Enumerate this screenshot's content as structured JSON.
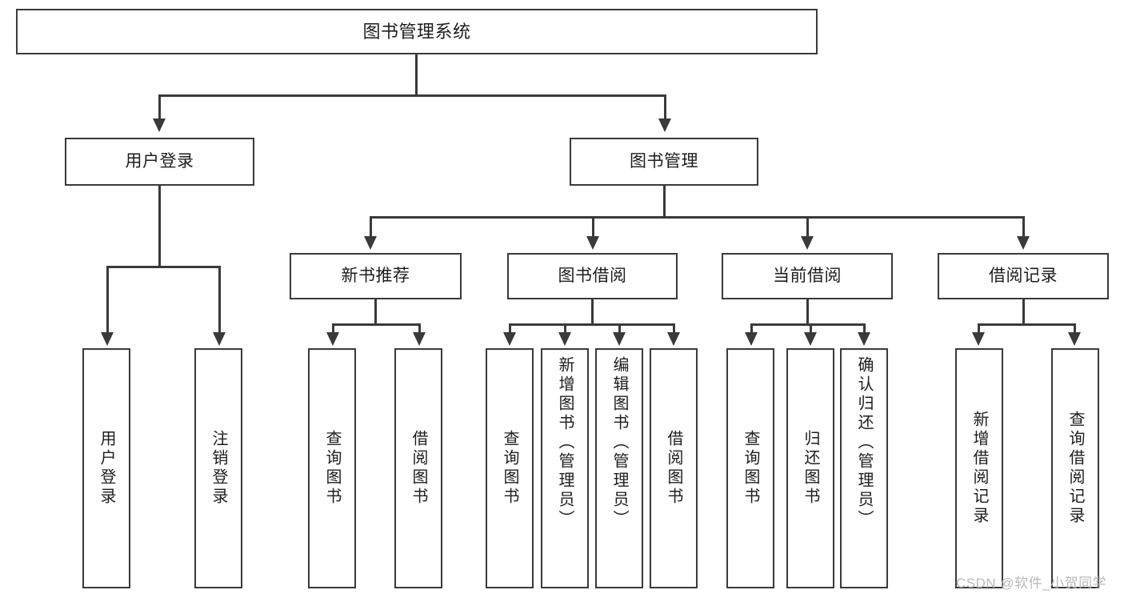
{
  "diagram": {
    "type": "tree-hierarchy-chart",
    "title": "图书管理系统",
    "watermark": "CSDN @软件_小贺同学",
    "colors": {
      "stroke": "#3a3a3a",
      "fill": "#ffffff",
      "text": "#1d1d1d",
      "watermark": "#b9b9b9"
    },
    "nodes": {
      "root": {
        "label": "图书管理系统"
      },
      "level1": [
        {
          "id": "user-login",
          "label": "用户登录"
        },
        {
          "id": "book-management",
          "label": "图书管理"
        }
      ],
      "level2": [
        {
          "id": "new-book-recommend",
          "label": "新书推荐"
        },
        {
          "id": "book-borrow",
          "label": "图书借阅"
        },
        {
          "id": "current-borrow",
          "label": "当前借阅"
        },
        {
          "id": "borrow-record",
          "label": "借阅记录"
        }
      ],
      "leaves": {
        "user_login": [
          {
            "id": "leaf-user-login",
            "label": "用户登录"
          },
          {
            "id": "leaf-logout",
            "label": "注销登录"
          }
        ],
        "new_book_recommend": [
          {
            "id": "leaf-query-book-1",
            "label": "查询图书"
          },
          {
            "id": "leaf-borrow-book-1",
            "label": "借阅图书"
          }
        ],
        "book_borrow": [
          {
            "id": "leaf-query-book-2",
            "label": "查询图书"
          },
          {
            "id": "leaf-add-book",
            "label": "新增图书（管理员）"
          },
          {
            "id": "leaf-edit-book",
            "label": "编辑图书（管理员）"
          },
          {
            "id": "leaf-borrow-book-2",
            "label": "借阅图书"
          }
        ],
        "current_borrow": [
          {
            "id": "leaf-query-book-3",
            "label": "查询图书"
          },
          {
            "id": "leaf-return-book",
            "label": "归还图书"
          },
          {
            "id": "leaf-confirm-return",
            "label": "确认归还（管理员）"
          }
        ],
        "borrow_record": [
          {
            "id": "leaf-add-record",
            "label": "新增借阅记录"
          },
          {
            "id": "leaf-query-record",
            "label": "查询借阅记录"
          }
        ]
      }
    }
  }
}
